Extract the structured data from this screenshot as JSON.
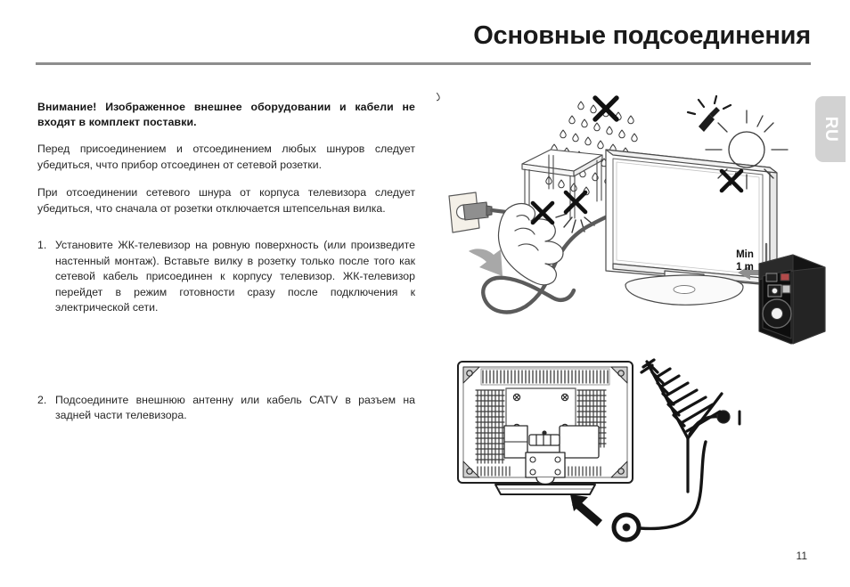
{
  "header": {
    "title": "Основные подсоединения"
  },
  "side_tab": {
    "label": "RU"
  },
  "body": {
    "warning": "Внимание! Изображенное внешнее оборудовании и кабели не входят в комплект поставки.",
    "paragraphs": [
      "Перед присоединением и отсоединением любых шнуров следует убедиться, ччто прибор отсоединен от сетевой розетки.",
      "При отсоединении сетевого шнура от корпуса телевизора следует убедиться, что сначала от розетки отключается штепсельная вилка."
    ],
    "steps": [
      {
        "number": "1.",
        "text": "Установите ЖК-телевизор на ровную поверхность (или произведите настенный монтаж). Вставьте вилку в розетку только после того как сетевой кабель присоединен к корпусу телевизор. ЖК-телевизор перейдет в режим готовности сразу после подключения к электрической сети."
      },
      {
        "number": "2.",
        "text": "Подсоедините внешнюю антенну или кабель CATV в разъем на задней части телевизора."
      }
    ]
  },
  "illustrations": {
    "top": {
      "name": "power-connection-diagram",
      "min_distance_label_line1": "Min",
      "min_distance_label_line2": "1 m",
      "elements": [
        "wall-outlet-icon",
        "hand-pulling-plug-icon",
        "cross-mark-icon",
        "curved-arrow-icon",
        "table-icon",
        "pinched-cable-icon",
        "rain-drops-icon",
        "lcd-tv-front-icon",
        "sun-icon",
        "candle-flame-icon",
        "loudspeaker-icon",
        "double-arrow-icon"
      ]
    },
    "bottom": {
      "name": "antenna-connection-diagram",
      "elements": [
        "lcd-tv-rear-icon",
        "yagi-antenna-icon",
        "coaxial-cable-icon",
        "coaxial-connector-icon",
        "pointer-arrow-icon"
      ]
    }
  },
  "footer": {
    "page_number": "11"
  },
  "colors": {
    "rule": "#8d8d8d",
    "tab_bg": "#d2d2d2",
    "text": "#262626",
    "title": "#1a1a1a"
  }
}
